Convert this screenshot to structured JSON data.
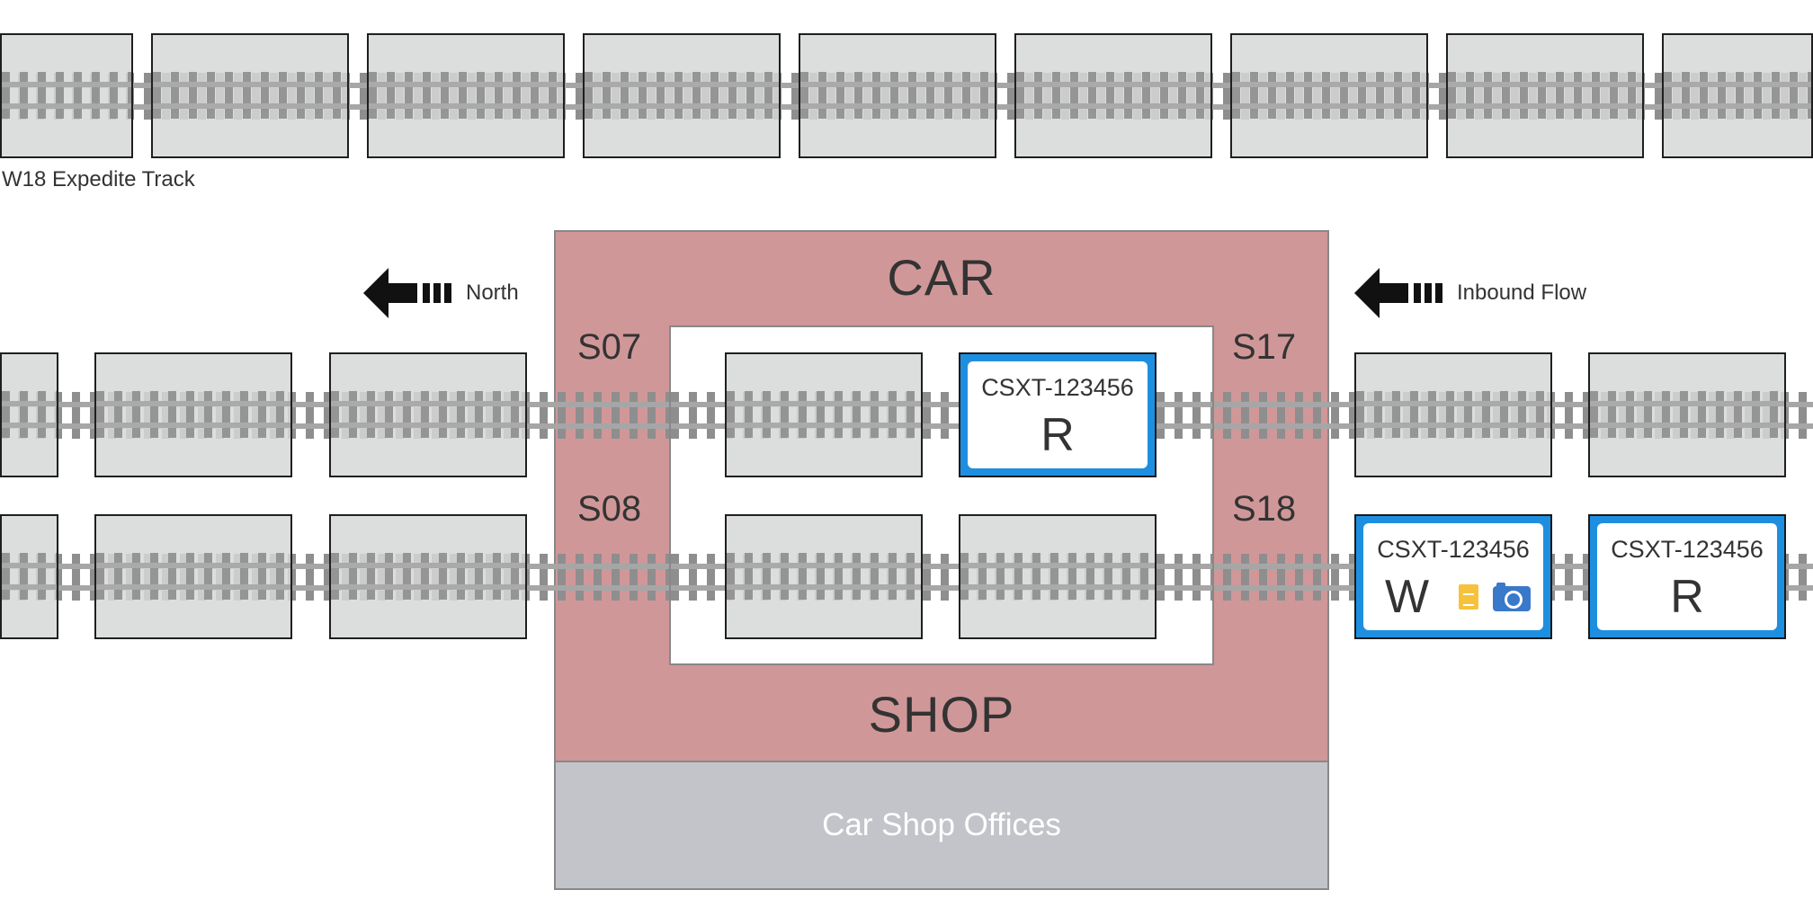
{
  "tracks": {
    "expedite_label": "W18 Expedite Track",
    "directions": {
      "north": "North",
      "inbound": "Inbound Flow"
    }
  },
  "shop": {
    "title_top": "CAR",
    "title_bottom": "SHOP",
    "offices_label": "Car Shop Offices",
    "spots": [
      "S07",
      "S17",
      "S08",
      "S18"
    ]
  },
  "cars": [
    {
      "id": "CSXT-123456",
      "status": "R",
      "location": "S17 track"
    },
    {
      "id": "CSXT-123456",
      "status": "W",
      "location": "S18 track",
      "has_document": true,
      "has_photo": true
    },
    {
      "id": "CSXT-123456",
      "status": "R",
      "location": "S18 track"
    }
  ],
  "colors": {
    "shop": "#d09799",
    "offices": "#c3c4c9",
    "car_border": "#1e8fe0",
    "document_icon": "#f6c23e",
    "camera_icon": "#3a78c9"
  }
}
